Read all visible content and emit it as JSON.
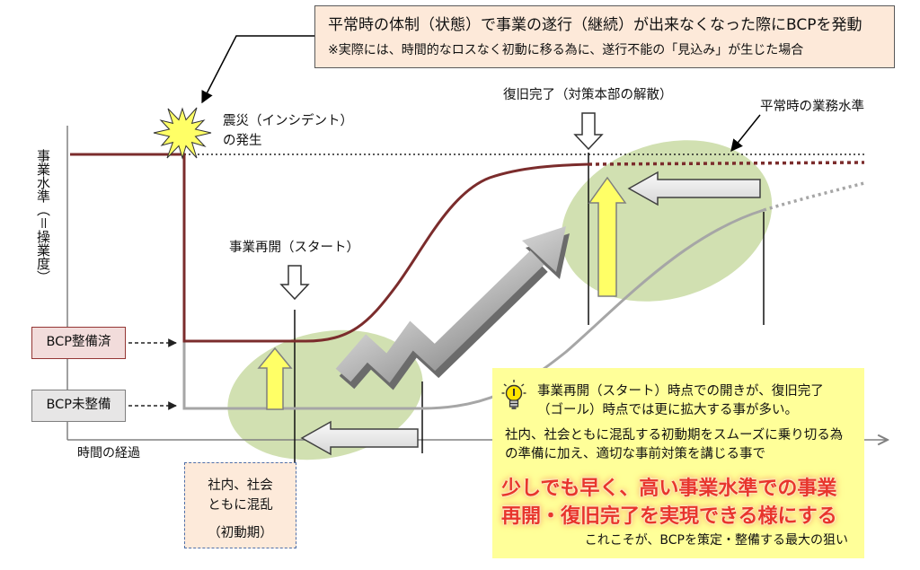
{
  "callout": {
    "line1": "平常時の体制（状態）で事業の遂行（継続）が出来なくなった際にBCPを発動",
    "line2": "※実際には、時間的なロスなく初動に移る為に、遂行不能の「見込み」が生じた場合"
  },
  "incident": {
    "icon": "explosion-icon",
    "line1": "震災（インシデント）",
    "line2": "の発生"
  },
  "recovery": {
    "icon": "down-arrow-icon",
    "label": "復旧完了（対策本部の解散）"
  },
  "restart": {
    "icon": "down-arrow-icon",
    "label": "事業再開（スタート）"
  },
  "normal_level": {
    "label": "平常時の業務水準"
  },
  "axes": {
    "y_label": "事業水準（＝操業度）",
    "x_label": "時間の経過"
  },
  "legend": {
    "prepared": "BCP整備済",
    "unprepared": "BCP未整備"
  },
  "initial_phase": {
    "line1": "社内、社会",
    "line2": "ともに混乱",
    "line3": "（初動期）"
  },
  "message": {
    "icon": "lightbulb-icon",
    "point_line1": "事業再開（スタート）時点での開きが、復旧完了",
    "point_line2": "（ゴール）時点では更に拡大する事が多い。",
    "body_line1": "社内、社会ともに混乱する初動期をスムーズに乗り切る為",
    "body_line2": "の準備に加え、適切な事前対策を講じる事で",
    "headline_line1": "少しでも早く、高い事業水準での事業",
    "headline_line2": "再開・復旧完了を実現できる様にする",
    "conclusion": "これこそが、BCPを策定・整備する最大の狙い"
  },
  "colors": {
    "callout_bg": "#fde9d9",
    "prepared_curve": "#7b2c2c",
    "unprepared_curve": "#a6a6a6",
    "highlight_ellipse": "#c4d79b",
    "up_arrow": "#ffff66",
    "message_bg": "#ffff99",
    "headline": "#e8352c",
    "legend_prepared_bg": "#f2dcdb",
    "legend_unprepared_bg": "#e7e6e6",
    "initial_phase_bg": "#fdeada"
  }
}
